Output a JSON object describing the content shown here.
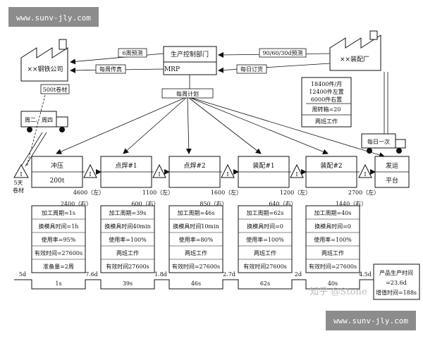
{
  "watermark": {
    "url": "www.sunv-jly.com",
    "zhihu": "知乎 @Stone"
  },
  "control": {
    "title": "生产控制部门",
    "mrp": "MRP"
  },
  "supplier": {
    "name": "××钢铁公司",
    "delivery_note": "周二、周四",
    "material": "500t卷材",
    "stock_days": "5天",
    "stock_label": "卷材"
  },
  "customer": {
    "name": "××装配厂",
    "demand": [
      "18400件/月",
      "12400件左置",
      "6000件右置",
      "周转箱=20",
      "两班工作"
    ],
    "delivery_note": "每日一次"
  },
  "flows": {
    "to_supplier_forecast": "6周预测",
    "to_supplier_weekly": "每周传真",
    "from_customer_forecast": "90/60/30d预测",
    "from_customer_order": "每日订货",
    "weekly_plan": "每周计划"
  },
  "processes": [
    {
      "name": "冲压",
      "sub": "200t",
      "inv_left": "4600（左）",
      "inv_right": "2400（右）",
      "data": [
        "加工周期=1s",
        "换模具时间=1h",
        "使用率=95%",
        "有效时间=27600s",
        "准备量=2周"
      ]
    },
    {
      "name": "点焊#1",
      "sub": "",
      "inv_left": "1100（左）",
      "inv_right": "600（右）",
      "data": [
        "加工周期=39s",
        "换模具时间40min",
        "使用率=100%",
        "两班工作",
        "有效时间27600s"
      ]
    },
    {
      "name": "点焊#2",
      "sub": "",
      "inv_left": "1600（左）",
      "inv_right": "850（右）",
      "data": [
        "加工周期=46s",
        "换模具时间10min",
        "使用率=80%",
        "两班工作",
        "有效时间=27600s"
      ]
    },
    {
      "name": "装配#1",
      "sub": "",
      "inv_left": "1200（左）",
      "inv_right": "640（右）",
      "data": [
        "加工周期=62s",
        "换模具时间=0",
        "使用率=100%",
        "两班工作",
        "有效时间27600s"
      ]
    },
    {
      "name": "装配#2",
      "sub": "",
      "inv_left": "2700（左）",
      "inv_right": "1440（右）",
      "data": [
        "加工周期=40s",
        "换模具时间=0",
        "使用率=100%",
        "两班工作",
        "有效时间=27600s"
      ]
    }
  ],
  "shipping": {
    "name": "发运",
    "sub": "平台"
  },
  "inventory_mark": "I",
  "timeline": {
    "waits": [
      "5d",
      "7.6d",
      "1.8d",
      "2.7d",
      "2d",
      "4.5d"
    ],
    "process_times": [
      "1s",
      "39s",
      "46s",
      "62s",
      "40s"
    ],
    "summary": [
      "产品生产时间",
      "=23.6d",
      "增值时间=188s"
    ]
  }
}
